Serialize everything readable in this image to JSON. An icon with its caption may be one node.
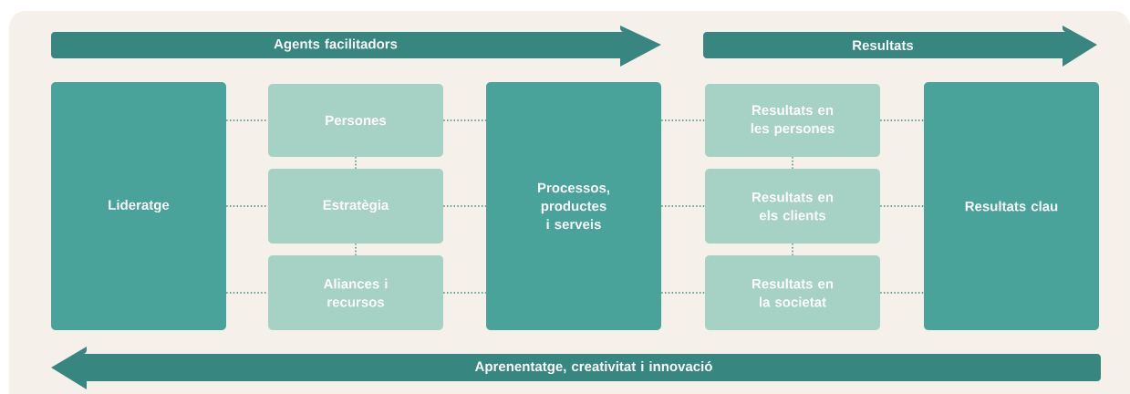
{
  "diagram": {
    "nodes": [
      {
        "text": [
          "Agents facilitadors"
        ]
      },
      {
        "text": [
          "Resultats"
        ]
      },
      {
        "text": [
          "Lideratge"
        ]
      },
      {
        "text": [
          "Persones"
        ]
      },
      {
        "text": [
          "Estratègia"
        ]
      },
      {
        "text": [
          "Aliances i recursos"
        ]
      },
      {
        "text": [
          "Processos, productes i serveis"
        ]
      },
      {
        "text": [
          "Resultats en les persones"
        ]
      },
      {
        "text": [
          "Resultats en els clients"
        ]
      },
      {
        "text": [
          "Resultats en la societat"
        ]
      },
      {
        "text": [
          "Resultats clau"
        ]
      },
      {
        "text": [
          "Aprenentatge, creativitat i innovació"
        ]
      }
    ],
    "edges": [
      {
        "from": 2,
        "to": 3,
        "arrow": "none",
        "style": "dashed"
      },
      {
        "from": 2,
        "to": 4,
        "arrow": "none",
        "style": "dashed"
      },
      {
        "from": 2,
        "to": 5,
        "arrow": "none",
        "style": "dashed"
      },
      {
        "from": 3,
        "to": 4,
        "arrow": "none",
        "style": "dashed"
      },
      {
        "from": 4,
        "to": 5,
        "arrow": "none",
        "style": "dashed"
      },
      {
        "from": 3,
        "to": 6,
        "arrow": "none",
        "style": "dashed"
      },
      {
        "from": 4,
        "to": 6,
        "arrow": "none",
        "style": "dashed"
      },
      {
        "from": 5,
        "to": 6,
        "arrow": "none",
        "style": "dashed"
      },
      {
        "from": 6,
        "to": 7,
        "arrow": "none",
        "style": "dashed"
      },
      {
        "from": 6,
        "to": 8,
        "arrow": "none",
        "style": "dashed"
      },
      {
        "from": 6,
        "to": 9,
        "arrow": "none",
        "style": "dashed"
      },
      {
        "from": 7,
        "to": 8,
        "arrow": "none",
        "style": "dashed"
      },
      {
        "from": 8,
        "to": 9,
        "arrow": "none",
        "style": "dashed"
      },
      {
        "from": 7,
        "to": 10,
        "arrow": "none",
        "style": "dashed"
      },
      {
        "from": 8,
        "to": 10,
        "arrow": "none",
        "style": "dashed"
      },
      {
        "from": 9,
        "to": 10,
        "arrow": "none",
        "style": "dashed"
      }
    ]
  }
}
